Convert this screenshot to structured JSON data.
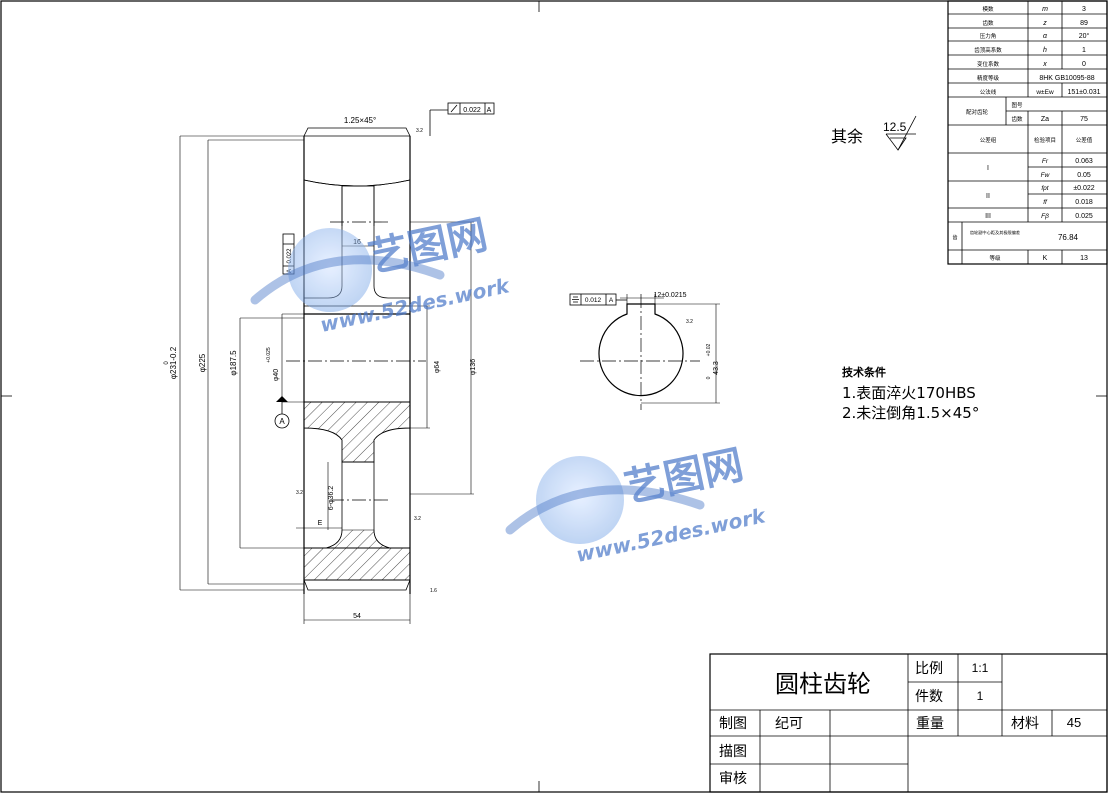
{
  "gear_params": [
    {
      "label": "模数",
      "symbol": "m",
      "value": "3"
    },
    {
      "label": "齿数",
      "symbol": "z",
      "value": "89"
    },
    {
      "label": "压力角",
      "symbol": "α",
      "value": "20°"
    },
    {
      "label": "齿顶高系数",
      "symbol": "h",
      "value": "1"
    },
    {
      "label": "变位系数",
      "symbol": "x",
      "value": "0"
    },
    {
      "label": "精度等级",
      "symbol": "",
      "value": "8HK GB10095-88"
    },
    {
      "label": "公法线",
      "symbol": "",
      "value": "151±0.031"
    }
  ],
  "gear_params_extra": {
    "wk_symbol": "w±Ew",
    "mate_label": "配对齿轮",
    "mate_sub1": "图号",
    "mate_sub2": "齿数",
    "mate_sym": "Za",
    "mate_value": "75",
    "group_header": "公差组",
    "check_header": "检验项目",
    "tol_header": "公差值",
    "group_I": "I",
    "fr": "Fr",
    "fr_val": "0.063",
    "fw": "Fw",
    "fw_val": "0.05",
    "group_II": "II",
    "fpt": "fpt",
    "fpt_val": "±0.022",
    "ff": "ff",
    "ff_val": "0.018",
    "group_III": "III",
    "fb": "Fβ",
    "fb_val": "0.025",
    "center_label": "齿轮副中心距及其极限偏差",
    "center_val": "76.84",
    "grade_label": "等级",
    "grade_sym": "K",
    "grade_val": "13"
  },
  "roughness": {
    "prefix": "其余",
    "value": "12.5"
  },
  "tech_req": {
    "title": "技术条件",
    "line1": "1.表面淬火170HBS",
    "line2": "2.未注倒角1.5×45°"
  },
  "dims": {
    "chamfer": "1.25×45°",
    "runout_tol": "0.022",
    "datum": "A",
    "web_width": "16",
    "bore": "φ40",
    "bore_tol": "+0.025",
    "hub_d": "φ64",
    "hole_circle": "φ136",
    "rim_inner": "φ187.5",
    "root_d": "φ225",
    "tip_d": "φ231-0.2",
    "tip_d_tol": "0",
    "holes": "6-φ36.2",
    "width": "54",
    "perp_tol": "0.022",
    "sym_tol": "0.012",
    "keyway_w": "12±0.0215",
    "keyway_h": "43.3",
    "keyway_h_tol": "+0.02",
    "keyway_h_tol0": "0",
    "rough_small": "3.2",
    "rough_b": "1.6",
    "e_label": "E"
  },
  "title_block": {
    "part_name": "圆柱齿轮",
    "scale_label": "比例",
    "scale_value": "1:1",
    "count_label": "件数",
    "count_value": "1",
    "drawn_label": "制图",
    "drawn_by": "纪可",
    "weight_label": "重量",
    "material_label": "材料",
    "material_value": "45",
    "traced_label": "描图",
    "review_label": "审核"
  },
  "watermark": {
    "brand": "艺图网",
    "url": "www.52des.work"
  }
}
